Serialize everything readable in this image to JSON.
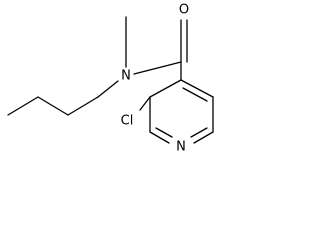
{
  "molecule": {
    "atoms": {
      "oxygen": "O",
      "amide_nitrogen": "N",
      "chlorine": "Cl",
      "ring_nitrogen": "N"
    }
  }
}
